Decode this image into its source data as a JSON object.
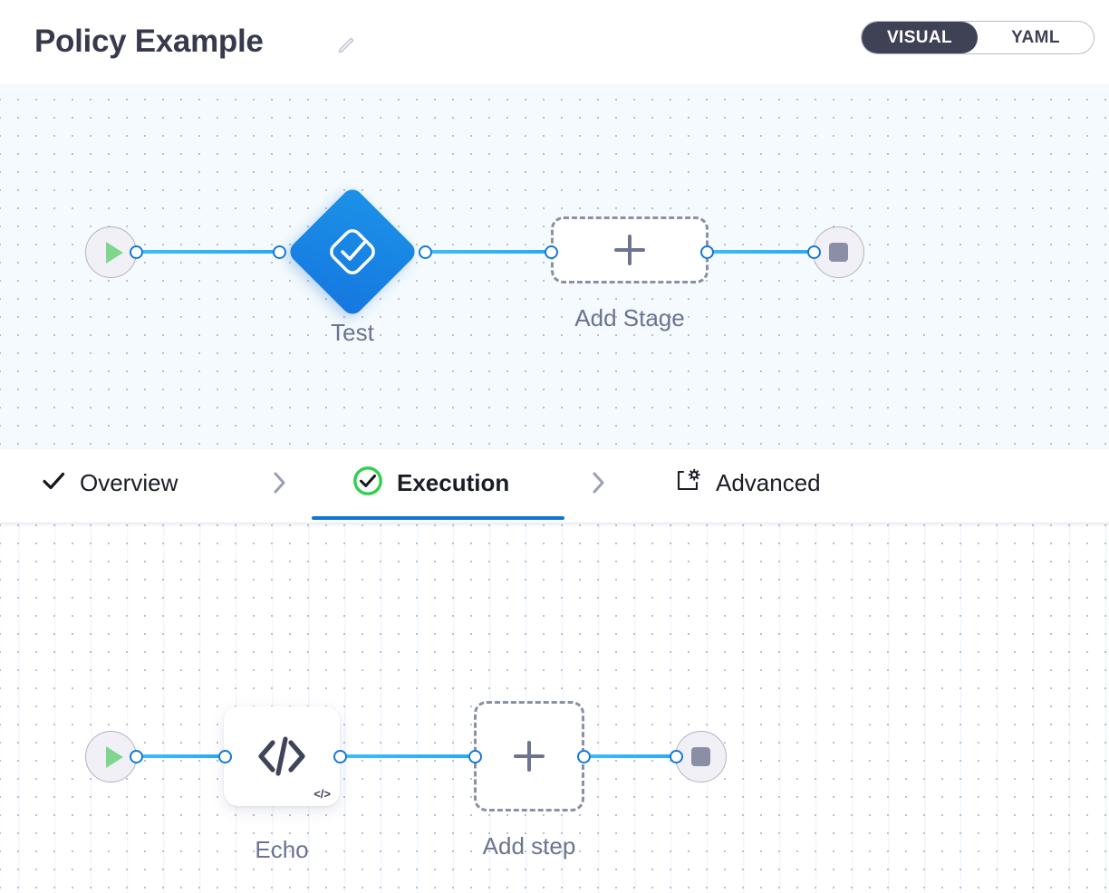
{
  "header": {
    "title": "Policy Example",
    "edit_icon": "pencil-icon",
    "mode_toggle": {
      "options": [
        "VISUAL",
        "YAML"
      ],
      "selected": "VISUAL"
    }
  },
  "stage_canvas": {
    "start_node": {
      "icon": "play-icon",
      "color": "#7fd68c"
    },
    "nodes": [
      {
        "label": "Test",
        "type": "stage",
        "icon": "check-diamond-icon",
        "color": "#1577df"
      },
      {
        "label": "Add Stage",
        "type": "add-placeholder",
        "icon": "plus-icon"
      }
    ],
    "end_node": {
      "icon": "stop-icon",
      "color": "#8a8fa6"
    },
    "edge_color": "#35b4f2"
  },
  "tabs": [
    {
      "label": "Overview",
      "icon": "check-icon",
      "active": false
    },
    {
      "label": "Execution",
      "icon": "check-circle-icon",
      "active": true
    },
    {
      "label": "Advanced",
      "icon": "window-gear-icon",
      "active": false
    }
  ],
  "tab_separator_icon": "chevron-right-icon",
  "active_tab_color": "#1176d3",
  "step_canvas": {
    "start_node": {
      "icon": "play-icon",
      "color": "#7fd68c"
    },
    "nodes": [
      {
        "label": "Echo",
        "type": "step",
        "icon": "code-icon",
        "badge": "</>"
      },
      {
        "label": "Add step",
        "type": "add-placeholder",
        "icon": "plus-icon"
      }
    ],
    "end_node": {
      "icon": "stop-icon",
      "color": "#8a8fa6"
    },
    "edge_color": "#35b4f2"
  }
}
